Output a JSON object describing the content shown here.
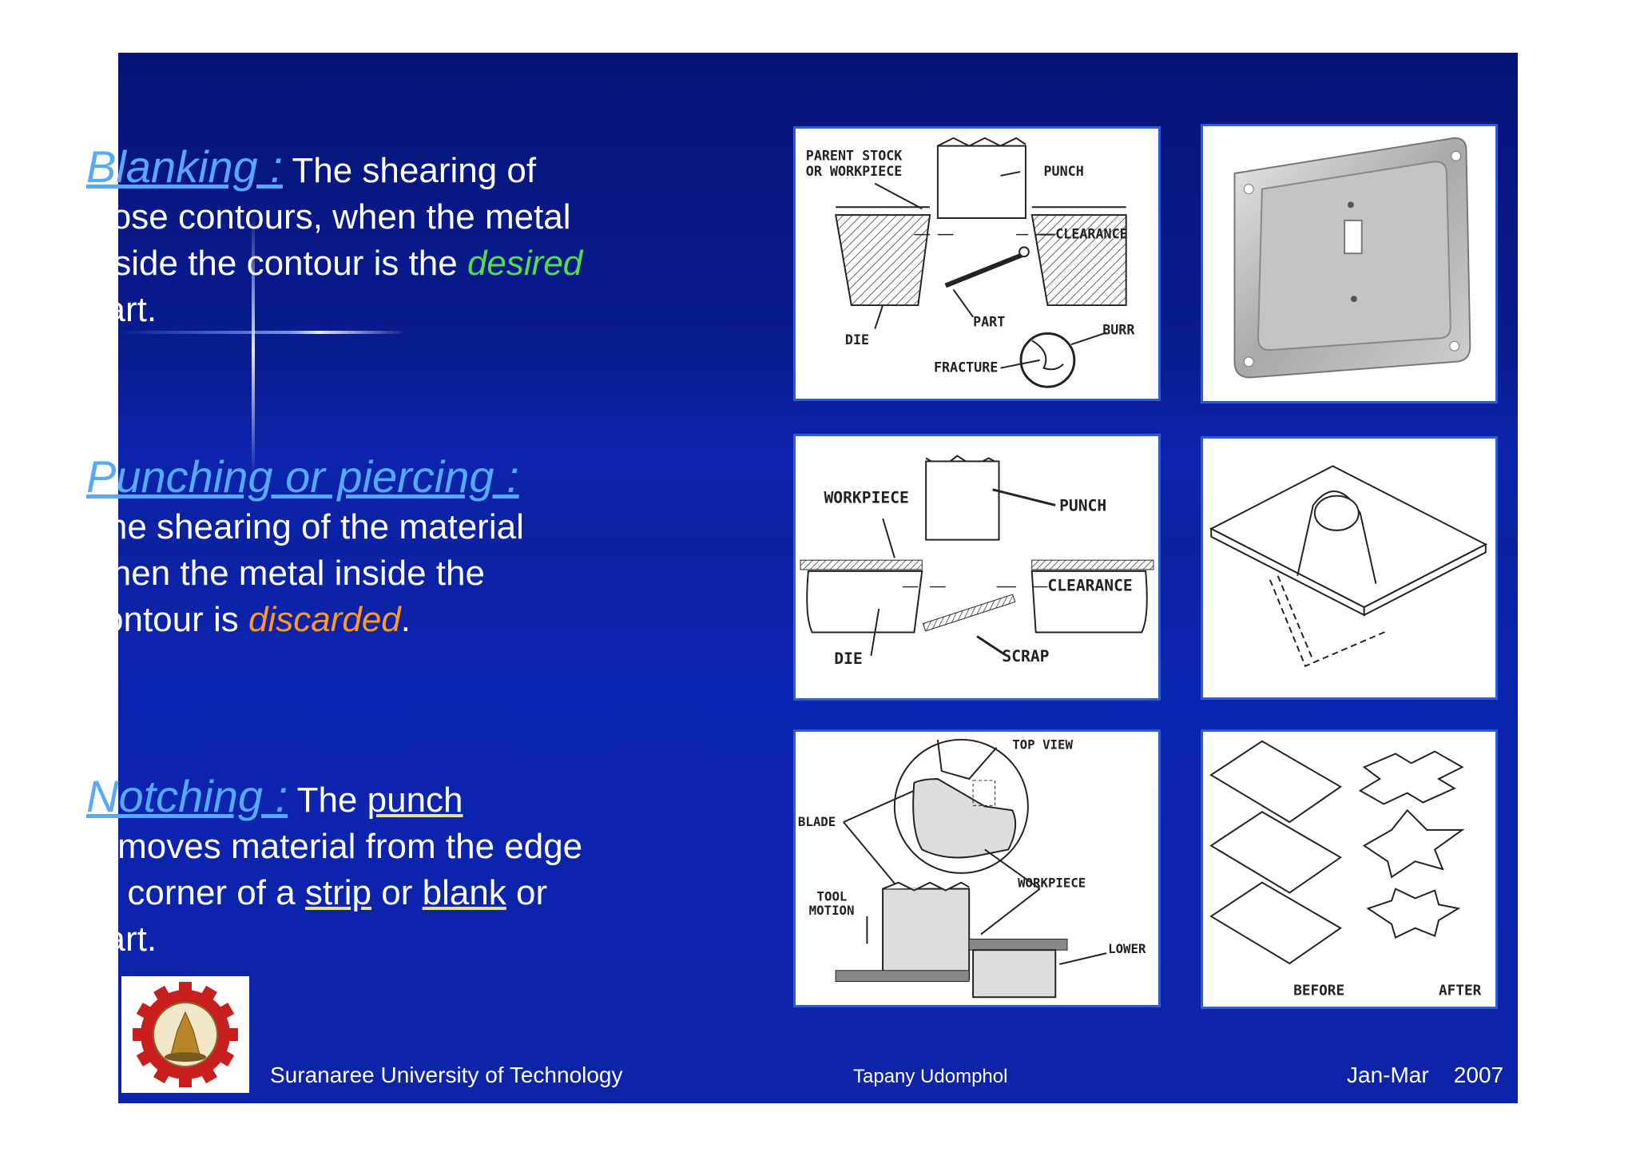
{
  "blanking": {
    "title": "Blanking :",
    "line1": " The shearing of close contours, when the metal inside the contour is the ",
    "highlight": "desired",
    "tail": " part."
  },
  "punching": {
    "title": "Punching or piercing :",
    "line1": "The shearing of the material when the metal inside the contour is ",
    "highlight": "discarded",
    "tail": "."
  },
  "notching": {
    "title": "Notching :",
    "t1": " The ",
    "w1": "punch",
    "t2": " removes material from the edge or corner of a ",
    "w2": "strip",
    "t3": " or ",
    "w3": "blank",
    "t4": " or part."
  },
  "diagram1": {
    "parent_stock": "PARENT STOCK",
    "or_workpiece": "OR WORKPIECE",
    "punch": "PUNCH",
    "clearance": "CLEARANCE",
    "part": "PART",
    "burr": "BURR",
    "die": "DIE",
    "fracture": "FRACTURE"
  },
  "diagram2": {
    "workpiece": "WORKPIECE",
    "punch": "PUNCH",
    "clearance": "CLEARANCE",
    "die": "DIE",
    "scrap": "SCRAP"
  },
  "diagram3": {
    "top_view": "TOP VIEW",
    "blade": "BLADE",
    "tool": "TOOL",
    "motion": "MOTION",
    "workpiece": "WORKPIECE",
    "lower": "LOWER"
  },
  "diagram4": {
    "before": "BEFORE",
    "after": "AFTER"
  },
  "footer": {
    "university": "Suranaree University of Technology",
    "author": "Tapany  Udomphol",
    "date": "Jan-Mar    2007"
  }
}
